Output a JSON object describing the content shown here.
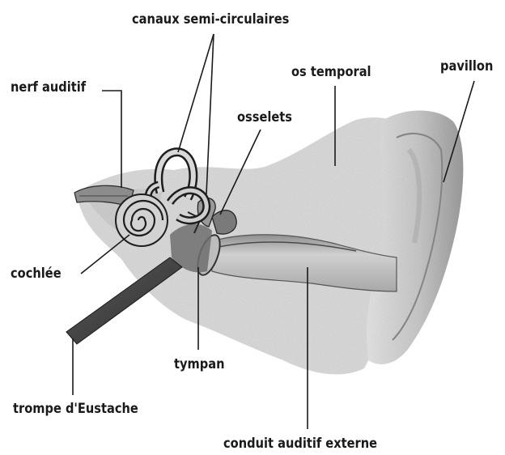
{
  "diagram": {
    "labels": {
      "canaux": "canaux semi-circulaires",
      "nerf": "nerf auditif",
      "os_temporal": "os temporal",
      "pavillon": "pavillon",
      "osselets": "osselets",
      "cochlee": "cochlée",
      "tympan": "tympan",
      "trompe": "trompe d'Eustache",
      "conduit": "conduit auditif externe"
    },
    "colors": {
      "ink": "#1a1a1a",
      "bone": "#d8d8d8",
      "shadow": "#9a9a9a"
    }
  }
}
